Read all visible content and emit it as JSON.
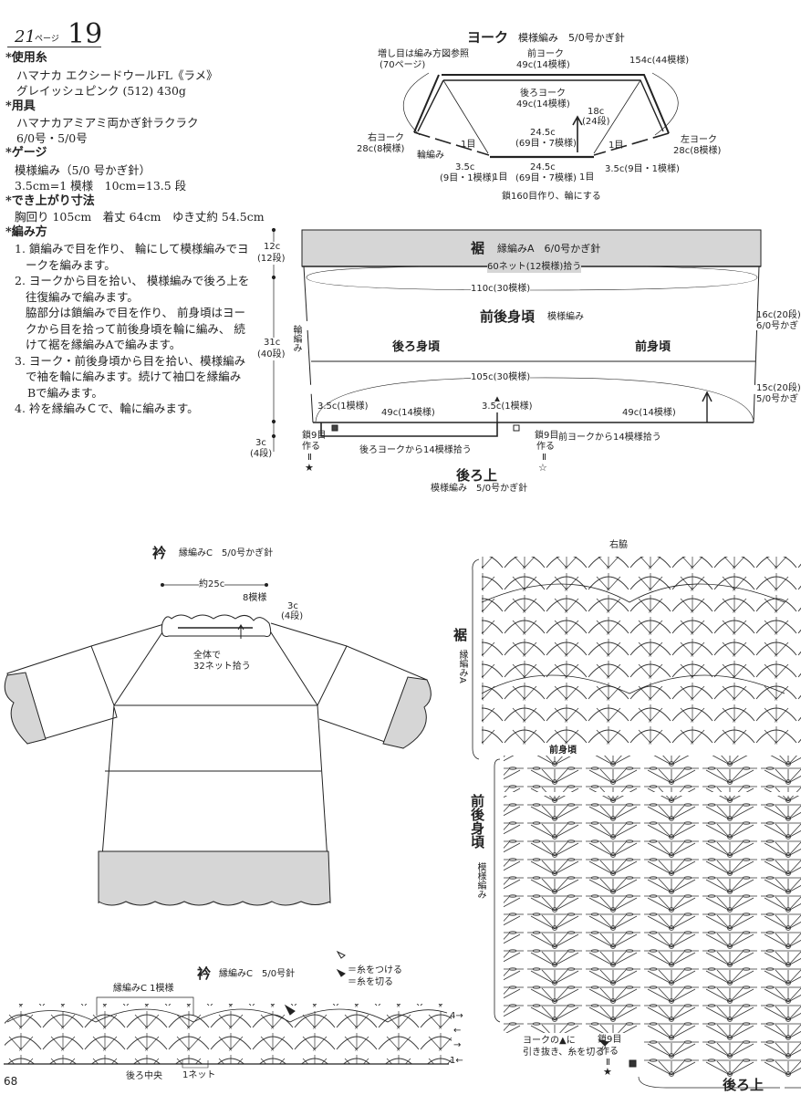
{
  "header": {
    "page_ref": "21",
    "page_ref_unit": "ページ",
    "pattern_no": "19"
  },
  "materials": {
    "yarn_heading": "*使用糸",
    "yarn_line1": "ハマナカ エクシードウールFL《ラメ》",
    "yarn_line2": "グレイッシュピンク (512) 430g",
    "tools_heading": "*用具",
    "tools_line1": "ハマナカアミアミ両かぎ針ラクラク",
    "tools_line2": "6/0号・5/0号",
    "gauge_heading": "*ゲージ",
    "gauge_line1": "模様編み（5/0 号かぎ針）",
    "gauge_line2": "3.5cm=1 模様　10cm=13.5 段",
    "size_heading": "*でき上がり寸法",
    "size_line1": "胸回り 105cm　着丈 64cm　ゆき丈約 54.5cm",
    "method_heading": "*編み方",
    "steps": [
      "1. 鎖編みで目を作り、 輪にして模様編みでヨ",
      "ークを編みます。",
      "2. ヨークから目を拾い、 模様編みで後ろ上を",
      "往復編みで編みます。",
      "脇部分は鎖編みで目を作り、 前身頃はヨー",
      "クから目を拾って前後身頃を輪に編み、 続",
      "けて裾を縁編みAで編みます。",
      "3. ヨーク・前後身頃から目を拾い、模様編み",
      "で袖を輪に編みます。続けて袖口を縁編み",
      "Bで編みます。",
      "4. 衿を縁編みＣで、輪に編みます。"
    ]
  },
  "yoke": {
    "title": "ヨーク",
    "subtitle": "模様編み　5/0号かぎ針",
    "increase_note1": "増し目は編み方図参照",
    "increase_note2": "(70ページ)",
    "front_label": "前ヨーク",
    "front_size": "49c(14模様)",
    "total": "154c(44模様)",
    "back_label": "後ろヨーク",
    "back_size": "49c(14模様)",
    "height1": "18c",
    "height2": "(24段)",
    "right_label": "右ヨーク",
    "right_size": "28c(8模様)",
    "left_label": "左ヨーク",
    "left_size": "28c(8模様)",
    "round": "輪編み",
    "one_st_a": "1目",
    "one_st_b": "1目",
    "one_st_c": "1目",
    "one_st_d": "1目",
    "inner_top1": "24.5c",
    "inner_top2": "(69目・7模様)",
    "inner_bot1": "24.5c",
    "inner_bot2": "(69目・7模様)",
    "corner_l1": "3.5c",
    "corner_l2": "(9目・1模様)",
    "corner_r": "3.5c(9目・1模様)",
    "chain_note": "鎖160目作り、輪にする"
  },
  "body": {
    "hem_title": "裾",
    "hem_sub": "縁編みA　6/0号かぎ針",
    "hem_pickup": "60ネット(12模様)拾う",
    "hem_width": "110c(30模様)",
    "body_title": "前後身頃",
    "body_sub": "模様編み",
    "round": "輪編み",
    "back_body": "後ろ身頃",
    "front_body": "前身頃",
    "width_105": "105c(30模様)",
    "right_16a": "16c(20段)",
    "right_16b": "6/0号かぎ",
    "right_15a": "15c(20段)",
    "right_15b": "5/0号かぎ",
    "d12a": "12c",
    "d12b": "(12段)",
    "d31a": "31c",
    "d31b": "(40段)",
    "d3a": "3c",
    "d3b": "(4段)",
    "seg_35a": "3.5c(1模様)",
    "seg_49a": "49c(14模様)",
    "seg_35b": "3.5c(1模様)",
    "seg_49b": "49c(14模様)",
    "chain_l1": "鎖9目",
    "chain_l2": "作る",
    "chain_l3": "Ⅱ",
    "star_l": "★",
    "chain_r1": "鎖9目",
    "chain_r2": "作る",
    "chain_r3": "Ⅱ",
    "star_r": "☆",
    "back_pick": "後ろヨークから14模様拾う",
    "front_pick": "前ヨークから14模様拾う",
    "back_upper": "後ろ上",
    "back_upper_sub": "模様編み　5/0号かぎ針"
  },
  "collar_illus": {
    "title": "衿",
    "sub": "縁編みC　5/0号かぎ針",
    "width": "約25c",
    "motifs": "8模様",
    "h1": "3c",
    "h2": "(4段)",
    "pick1": "全体で",
    "pick2": "32ネット拾う"
  },
  "collar_chart": {
    "title": "衿",
    "sub": "縁編みC　5/0号針",
    "legend_attach": "＝糸をつける",
    "legend_cut": "＝糸を切る",
    "repeat": "縁編みC 1模様",
    "center": "後ろ中央",
    "net": "1ネット",
    "row4": "4→",
    "row3": "←",
    "row2": "→",
    "row1": "1←"
  },
  "hem_chart": {
    "side": "右脇",
    "hem": "裾",
    "hem_sub": "縁編みA",
    "front": "前身頃",
    "body": "前後身頃",
    "body_sub": "模様編み",
    "note1": "ヨークの▲に",
    "note2": "引き抜き、糸を切る",
    "chain1": "鎖9目",
    "chain2": "作る",
    "chain3": "Ⅱ",
    "star": "★",
    "back_upper": "後ろ上"
  },
  "page_number": "68",
  "colors": {
    "ink": "#222222",
    "shade": "#d6d6d6"
  }
}
